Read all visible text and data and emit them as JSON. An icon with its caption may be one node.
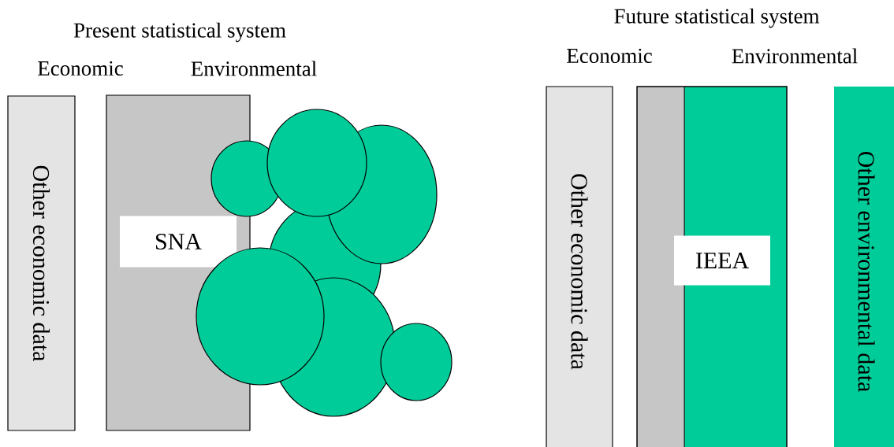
{
  "diagram": {
    "nodes": [
      {
        "text": [
          "Other economic data"
        ]
      },
      {
        "text": [
          "SNA"
        ]
      },
      {
        "text": [
          "Other economic data"
        ]
      },
      {
        "text": [
          "IEEA"
        ]
      },
      {
        "text": [
          "Other environmental data"
        ]
      }
    ],
    "labels": [
      "Present statistical system",
      "Economic",
      "Environmental",
      "Future statistical system",
      "Economic",
      "Environmental"
    ]
  }
}
